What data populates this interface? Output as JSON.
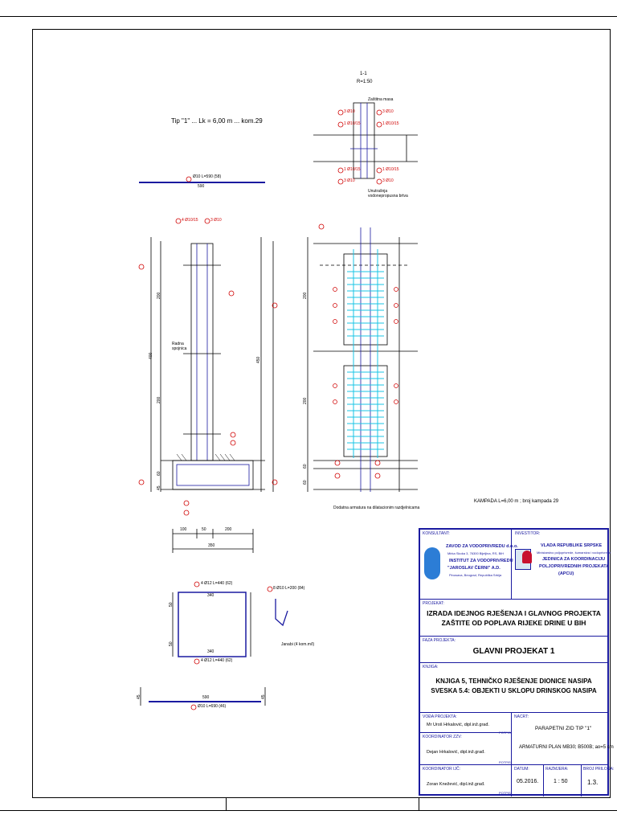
{
  "drawing": {
    "type_title": "Tip \"1\" ... Lk = 6,00 m ... kom.29",
    "section_title": "1-1",
    "section_scale": "R=1:50",
    "top_bar_label": "Ø10 L=590 (58)",
    "top_bar_dim": "590",
    "bar_labels_left": [
      "4 Ø10/15",
      "3 Ø10"
    ],
    "bar_labels_section": [
      "3 Ø10",
      "1 Ø10/15",
      "3 Ø10",
      "1 Ø10/15",
      "1 Ø10/15",
      "3 Ø10",
      "1 Ø10/15",
      "3 Ø10"
    ],
    "label_zastitna": "Zaštitna masa",
    "label_unutrasnja": "Unutrašnja vodonepropusna brtva",
    "label_radna": "Radna spojnica",
    "label_kampada": "KAMPADA L=6,00 m ; broj kampada 29",
    "label_dodatna": "Dodatna armatura na dilatacionim razdjelnicama",
    "label_janabi": "Janabi (4 kom.m/l)",
    "dims_bottom": [
      "100",
      "50",
      "200",
      "350"
    ],
    "dim_heights": [
      "200",
      "400",
      "200",
      "60",
      "45",
      "450",
      "200",
      "200",
      "60",
      "60"
    ],
    "stirrup_top_label": "4 Ø12 L=440 (62)",
    "stirrup_dim": "340",
    "stirrup_bot_label": "4 Ø12 L=440 (62)",
    "stirrup_side": "50",
    "hook_label": "8 Ø10 L=200 (84)",
    "bottom_bar_label": "Ø10 L=690 (46)",
    "bottom_bar_dim": "590",
    "bottom_bar_side": "45"
  },
  "title_block": {
    "konsultant_label": "KONSULTANT:",
    "investitor_label": "INVESTITOR:",
    "konsultant_name1": "ZAVOD ZA VODOPRIVREDU d.o.o.",
    "konsultant_addr1": "Mirka Skoka 3, 76300 Bijeljina, RS, BiH",
    "konsultant_name2": "INSTITUT ZA VODOPRIVREDU",
    "konsultant_name3": "\"JAROSLAV ČERNI\" A.D.",
    "konsultant_addr2": "Pinosava, Beograd, Republika Srbija",
    "investitor_name1": "VLADA REPUBLIKE SRPSKE",
    "investitor_name2": "Ministarstvo poljoprivrede, šumarstva i vodoprivrede",
    "investitor_name3": "JEDINICA ZA KOORDINACIJU",
    "investitor_name4": "POLJOPRIVREDNIH PROJEKATA",
    "investitor_name5": "(APCU)",
    "projekat_label": "PROJEKAT:",
    "projekat_line1": "IZRADA IDEJNOG RJEŠENJA I GLAVNOG PROJEKTA",
    "projekat_line2": "ZAŠTITE OD POPLAVA RIJEKE DRINE U BIH",
    "faza_label": "FAZA PROJEKTA:",
    "faza_value": "GLAVNI PROJEKAT 1",
    "knjiga_label": "KNJIGA:",
    "knjiga_line1": "KNJIGA 5, TEHNIČKO RJEŠENJE DIONICE NASIPA",
    "knjiga_line2": "SVESKA 5.4: OBJEKTI U SKLOPU DRINSKOG NASIPA",
    "vodja_label": "VOĐA PROJEKTA:",
    "vodja_name": "Mr Uroš Hrkalović, dipl.inž.građ.",
    "koordinator_zzv_label": "KOORDINATOR ZZV:",
    "koordinator_zzv_name": "Dejan Hrkalović, dipl.inž.građ.",
    "koordinator_ijc_label": "KOORDINATOR IJČ:",
    "koordinator_ijc_name": "Zoran Knežević, dipl.inž.građ.",
    "potpis": "POTPIS",
    "nacrt_label": "NACRT:",
    "nacrt_line1": "PARAPETNI ZID TIP \"1\"",
    "nacrt_line2": "ARMATURNI PLAN MB30; B500B; ao=5 cm",
    "datum_label": "DATUM:",
    "datum_value": "05.2016.",
    "razmjera_label": "RAZMJERA:",
    "razmjera_value": "1 : 50",
    "broj_label": "BROJ PRILOGA:",
    "broj_value": "1.3."
  }
}
